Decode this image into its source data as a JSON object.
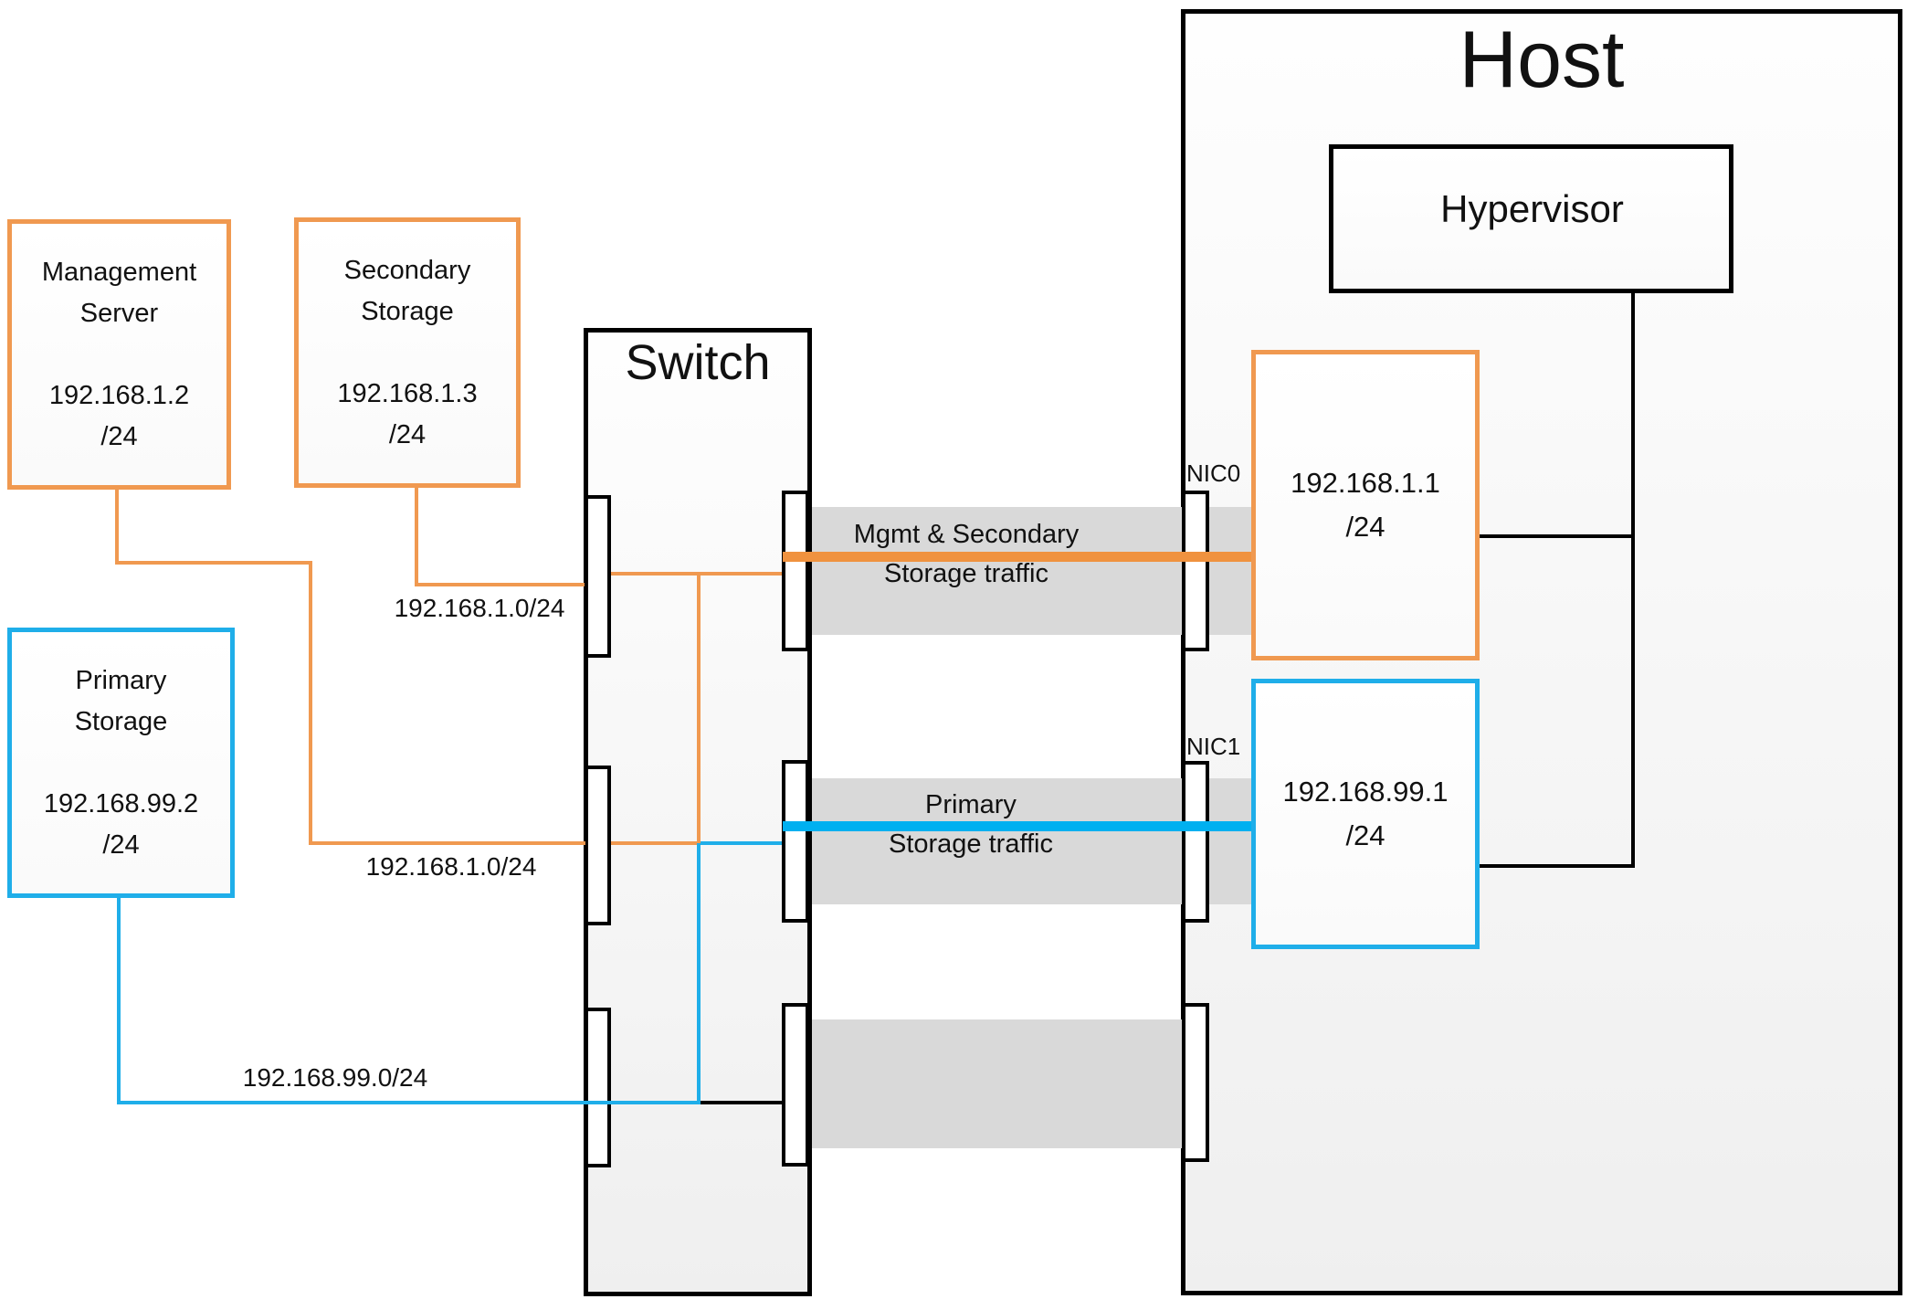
{
  "colors": {
    "orange": "#F09950",
    "blue": "#1FAEE9",
    "thick_orange": "#F0923F",
    "thick_blue": "#00B0F0",
    "gray_band": "#D9D9D9"
  },
  "host": {
    "title": "Host",
    "hypervisor": "Hypervisor",
    "nic0_label": "NIC0",
    "nic1_label": "NIC1",
    "nic0": {
      "ip": "192.168.1.1",
      "mask": "/24"
    },
    "nic1": {
      "ip": "192.168.99.1",
      "mask": "/24"
    }
  },
  "switch": {
    "title": "Switch"
  },
  "servers": {
    "management": {
      "name_line1": "Management",
      "name_line2": "Server",
      "ip": "192.168.1.2",
      "mask": "/24"
    },
    "secondary": {
      "name_line1": "Secondary",
      "name_line2": "Storage",
      "ip": "192.168.1.3",
      "mask": "/24"
    },
    "primary": {
      "name_line1": "Primary",
      "name_line2": "Storage",
      "ip": "192.168.99.2",
      "mask": "/24"
    }
  },
  "network_labels": {
    "subnet1_top": "192.168.1.0/24",
    "subnet1_mid": "192.168.1.0/24",
    "subnet99": "192.168.99.0/24"
  },
  "traffic_labels": {
    "mgmt_line1": "Mgmt & Secondary",
    "mgmt_line2": "Storage traffic",
    "primary_line1": "Primary",
    "primary_line2": "Storage traffic"
  }
}
